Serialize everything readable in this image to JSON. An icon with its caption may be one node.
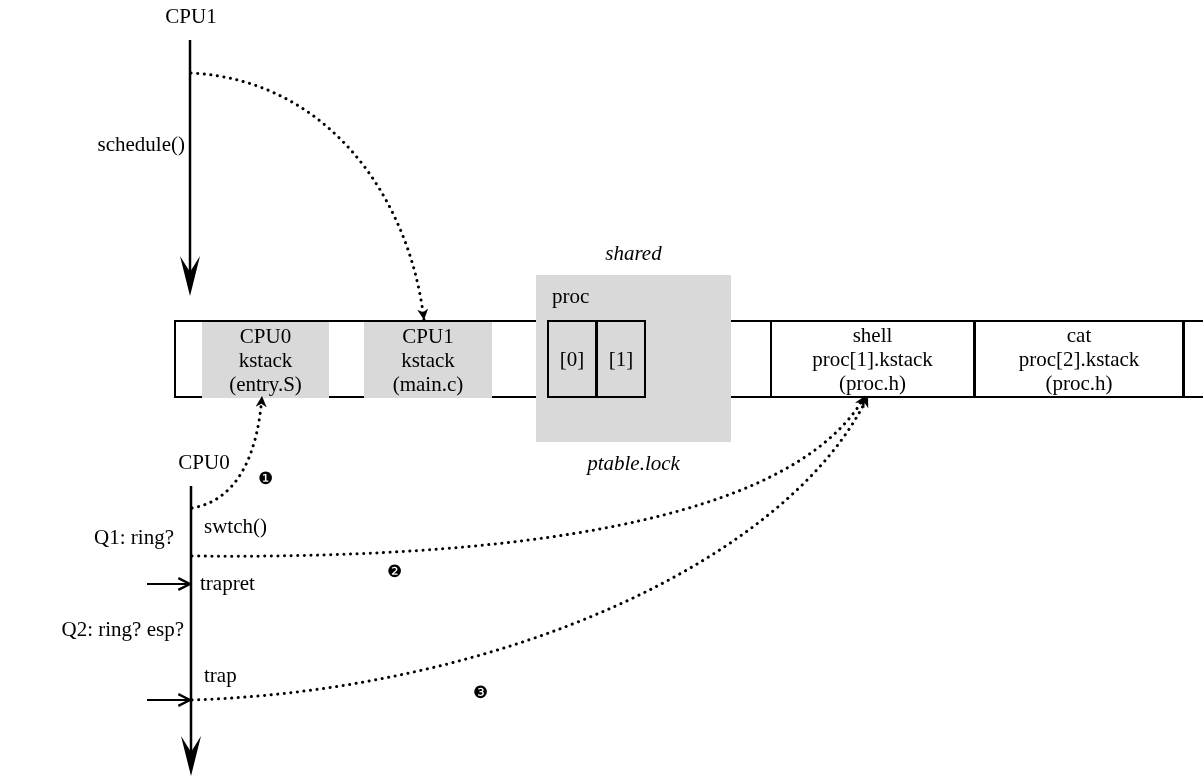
{
  "diagram": {
    "nodes": [
      {
        "text": [
          "CPU1"
        ]
      },
      {
        "text": [
          "CPU0"
        ]
      },
      {
        "text": [],
        "shape": "box"
      },
      {
        "text": [
          "CPU0 kstack (entry.S)"
        ],
        "in": 2
      },
      {
        "text": [
          "CPU1 kstack (main.c)"
        ],
        "in": 2
      },
      {
        "text": [
          "shared",
          "proc",
          "ptable.lock"
        ]
      },
      {
        "text": [
          "[0]"
        ]
      },
      {
        "text": [
          "[1]"
        ]
      },
      {
        "text": [
          "shell proc[1].kstack (proc.h)"
        ],
        "in": 2
      },
      {
        "text": [
          "cat proc[2].kstack (proc.h)"
        ],
        "in": 2
      },
      {
        "text": [],
        "shape": "box",
        "in": 2
      }
    ],
    "edges": [
      {
        "from": 0,
        "to": 4,
        "arrow": "to",
        "style": "dashed"
      },
      {
        "from": 1,
        "to": 3,
        "arrow": "to",
        "style": "dashed",
        "label": "❶"
      },
      {
        "from": 1,
        "to": 8,
        "arrow": "to",
        "style": "dashed",
        "label": "❷"
      },
      {
        "from": 1,
        "to": 8,
        "arrow": "to",
        "style": "dashed",
        "label": "❸"
      },
      {
        "from": null,
        "to": 1,
        "arrow": "to"
      },
      {
        "from": null,
        "to": 1,
        "arrow": "to"
      }
    ],
    "labels": [
      "schedule()",
      "swtch()",
      "Q1: ring?",
      "trapret",
      "Q2: ring? esp?",
      "trap"
    ]
  }
}
